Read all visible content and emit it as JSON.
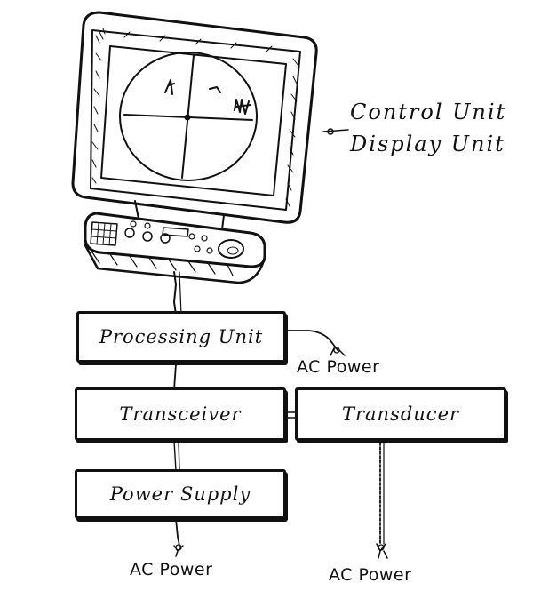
{
  "monitor": {
    "control_unit_label": "Control Unit",
    "display_unit_label": "Display Unit"
  },
  "boxes": {
    "processing_unit": "Processing Unit",
    "transceiver": "Transceiver",
    "transducer": "Transducer",
    "power_supply": "Power Supply"
  },
  "power": {
    "processing_ac": "AC Power",
    "power_supply_ac": "AC Power",
    "transducer_ac": "AC Power"
  }
}
